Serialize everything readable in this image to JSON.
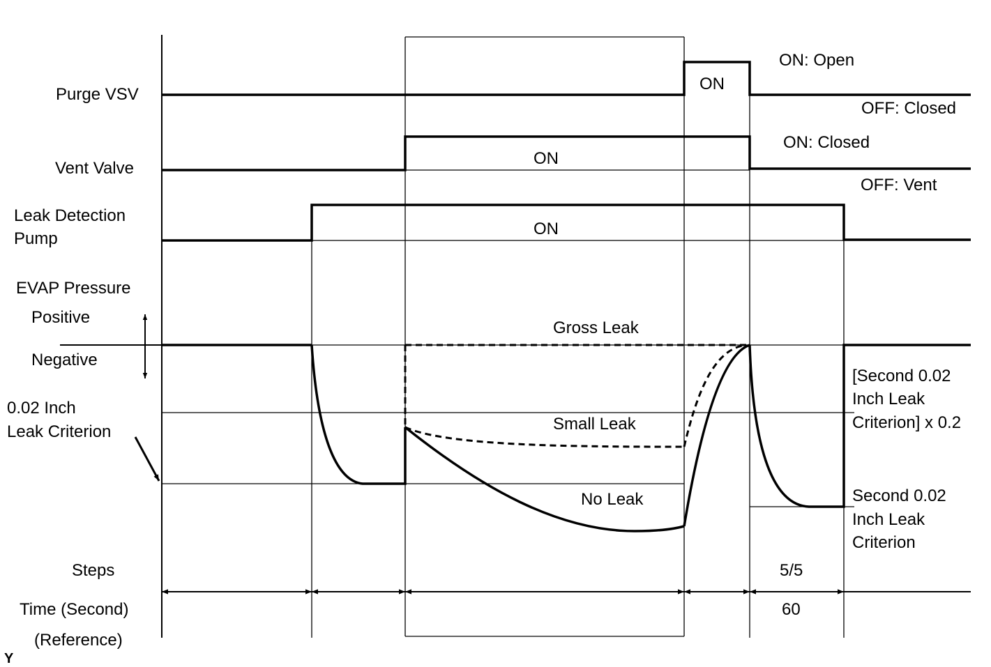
{
  "signals": {
    "purge_vsv": "Purge VSV",
    "vent_valve": "Vent Valve",
    "leak_pump_line1": "Leak Detection",
    "leak_pump_line2": "Pump",
    "evap_pressure": "EVAP Pressure",
    "positive": "Positive",
    "negative": "Negative",
    "criterion_line1": "0.02 Inch",
    "criterion_line2": "Leak Criterion",
    "steps": "Steps",
    "time_line1": "Time (Second)",
    "time_line2": "(Reference)"
  },
  "states": {
    "purge_on_meaning": "ON: Open",
    "purge_off_meaning": "OFF: Closed",
    "vent_on_meaning": "ON: Closed",
    "vent_off_meaning": "OFF: Vent",
    "purge_on": "ON",
    "vent_on": "ON",
    "pump_on": "ON"
  },
  "curves": {
    "gross_leak": "Gross Leak",
    "small_leak": "Small Leak",
    "no_leak": "No Leak"
  },
  "criteria": {
    "scaled_line1": "[Second 0.02",
    "scaled_line2": "Inch Leak",
    "scaled_line3": "Criterion] x 0.2",
    "second_line1": "Second 0.02",
    "second_line2": "Inch Leak",
    "second_line3": "Criterion"
  },
  "step_row": {
    "step_value": "5/5",
    "time_value": "60"
  },
  "corner_mark": "Y"
}
